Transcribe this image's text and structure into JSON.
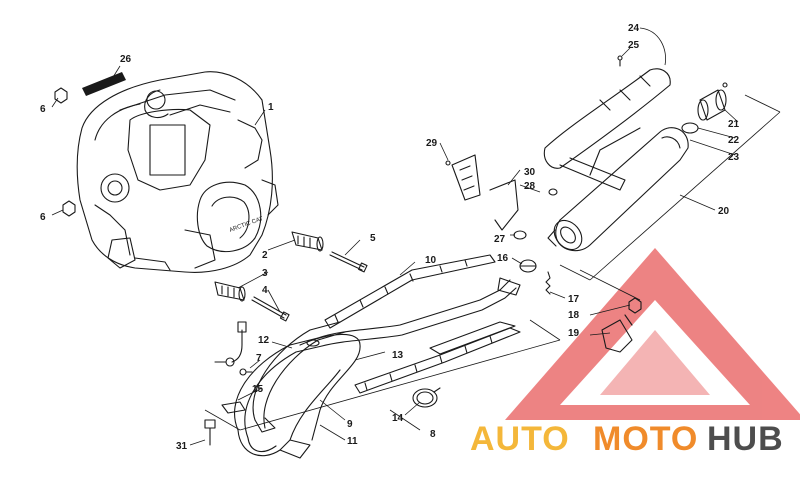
{
  "watermark": {
    "auto": "AUTO",
    "moto": "MOTO",
    "hub": "HUB",
    "colors": {
      "auto": "#f4b73a",
      "moto": "#f08b2b",
      "hub": "#4d4d4d",
      "triangle": "#e85a5a"
    }
  },
  "callouts": {
    "c1": "1",
    "c2": "2",
    "c3": "3",
    "c4": "4",
    "c5": "5",
    "c6a": "6",
    "c6b": "6",
    "c7": "7",
    "c8": "8",
    "c9": "9",
    "c10": "10",
    "c11": "11",
    "c12": "12",
    "c13": "13",
    "c14": "14",
    "c15": "15",
    "c16": "16",
    "c17": "17",
    "c18": "18",
    "c19": "19",
    "c20": "20",
    "c21": "21",
    "c22": "22",
    "c23": "23",
    "c24": "24",
    "c25": "25",
    "c26": "26",
    "c27": "27",
    "c28": "28",
    "c29": "29",
    "c30": "30",
    "c31": "31"
  },
  "engine_label": "ARCTIC CAT"
}
